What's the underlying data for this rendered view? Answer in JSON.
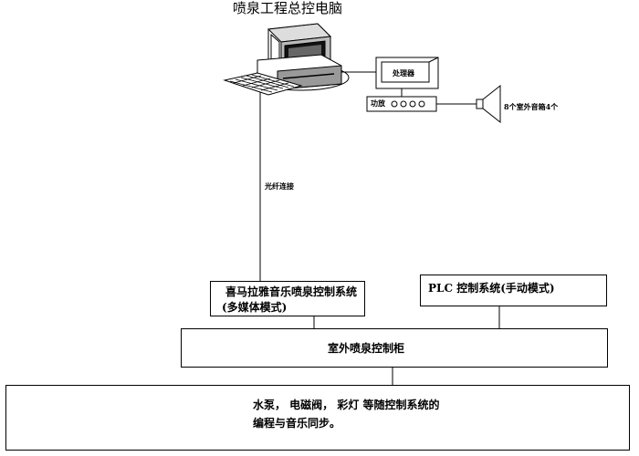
{
  "title": "喷泉工程总控电脑",
  "processor_label": "处理器",
  "amplifier_label": "功放",
  "speakers_label": "8个室外音箱4个",
  "fiber_label": "光纤连接",
  "himalaya_box": {
    "line1": "喜马拉雅音乐喷泉控制系统",
    "line2": "(多媒体模式)"
  },
  "plc_box": {
    "line1": "PLC 控制系统(手动模式)"
  },
  "cabinet_box": {
    "line1": "室外喷泉控制柜"
  },
  "equipment_box": {
    "line1": "水泵，  电磁阀，  彩灯  等随控制系统的",
    "line2": "编程与音乐同步。"
  }
}
